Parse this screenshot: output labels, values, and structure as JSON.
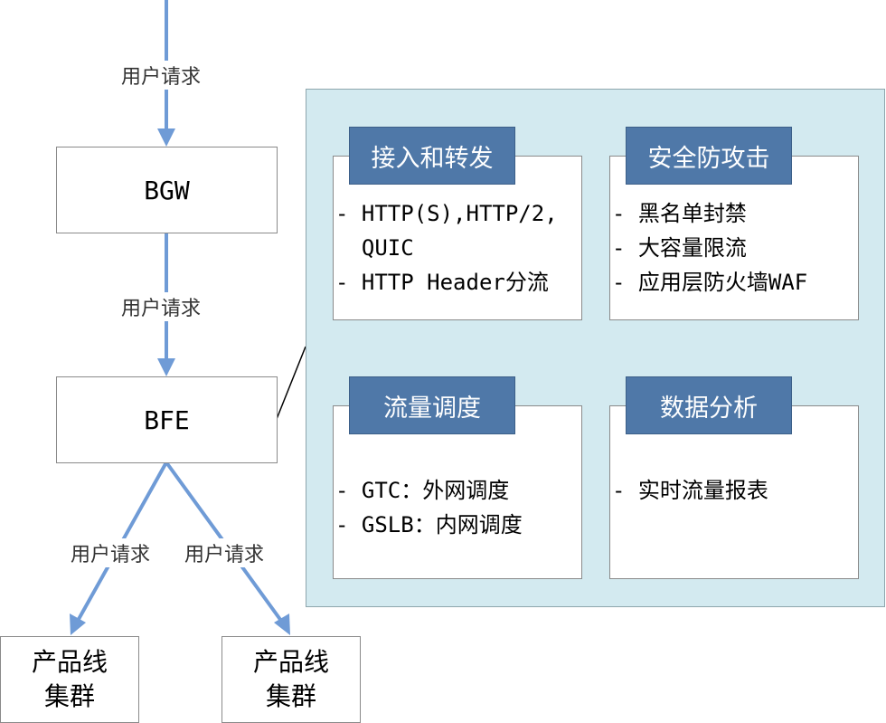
{
  "colors": {
    "arrow": "#6f9bd6",
    "panel_bg": "#d3eaf0",
    "card_title_bg": "#4f78a8",
    "card_title_text": "#ffffff",
    "connector": "#000000"
  },
  "flow": {
    "edge_labels": {
      "input_to_bgw": "用户请求",
      "bgw_to_bfe": "用户请求",
      "bfe_to_cluster_left": "用户请求",
      "bfe_to_cluster_right": "用户请求"
    },
    "nodes": {
      "bgw": "BGW",
      "bfe": "BFE",
      "cluster_left": {
        "line1": "产品线",
        "line2": "集群"
      },
      "cluster_right": {
        "line1": "产品线",
        "line2": "集群"
      }
    }
  },
  "features": {
    "cards": [
      {
        "title": "接入和转发",
        "body": "- HTTP(S),HTTP/2,\n  QUIC\n- HTTP Header分流"
      },
      {
        "title": "安全防攻击",
        "body": "- 黑名单封禁\n- 大容量限流\n- 应用层防火墙WAF"
      },
      {
        "title": "流量调度",
        "body": "- GTC：外网调度\n- GSLB：内网调度"
      },
      {
        "title": "数据分析",
        "body": "- 实时流量报表"
      }
    ]
  }
}
